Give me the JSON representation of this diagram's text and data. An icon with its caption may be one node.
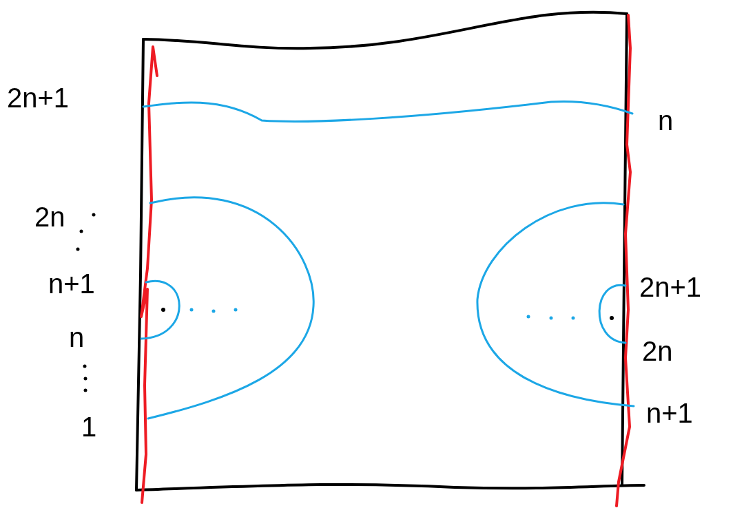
{
  "diagram": {
    "labels": [
      "2n+1",
      "n",
      "2n",
      "n+1",
      "2n+1",
      "n",
      "2n",
      "n+1",
      "1"
    ]
  }
}
